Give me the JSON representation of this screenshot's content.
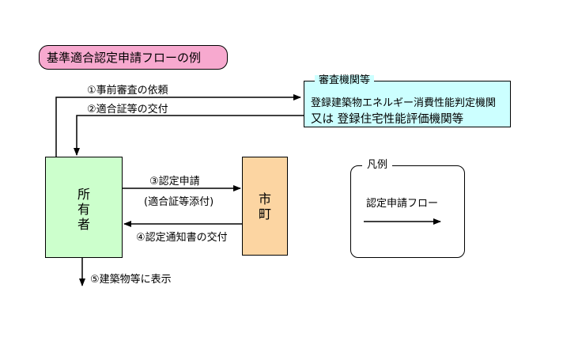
{
  "title": "基準適合認定申請フローの例",
  "agency": {
    "tag": "審査機関等",
    "line1": "登録建築物エネルギー消費性能判定機関",
    "line2": "又は 登録住宅性能評価機関等"
  },
  "owner": {
    "label_lines": [
      "所",
      "有",
      "者"
    ]
  },
  "city": {
    "label_lines": [
      "市",
      "町"
    ]
  },
  "flows": {
    "step1": "①事前審査の依頼",
    "step2": "②適合証等の交付",
    "step3": "③認定申請",
    "step3_note": "(適合証等添付)",
    "step4": "④認定通知書の交付",
    "step5": "⑤建築物等に表示"
  },
  "legend": {
    "tag": "凡例",
    "item": "認定申請フロー"
  }
}
